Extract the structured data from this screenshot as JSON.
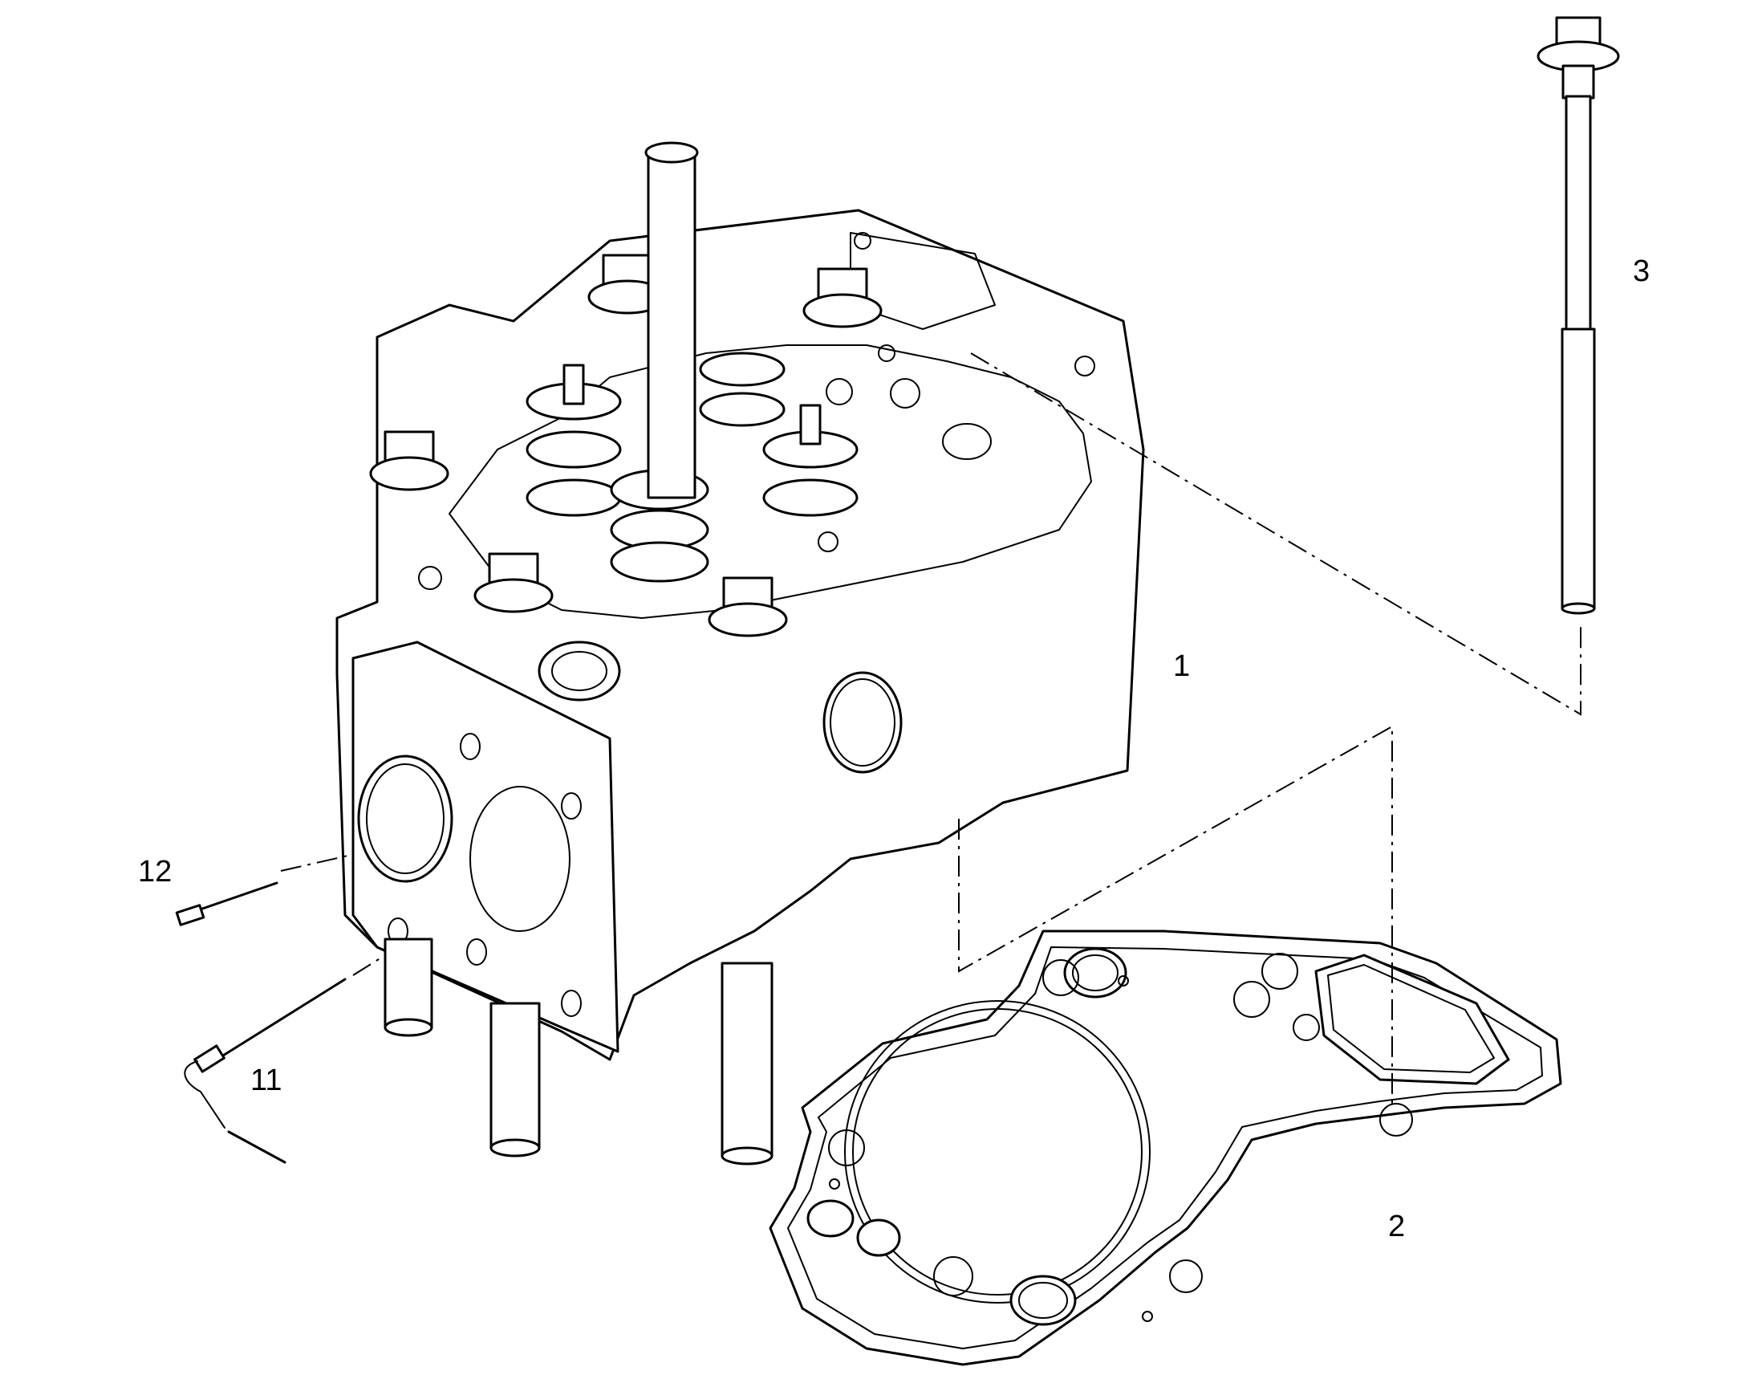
{
  "callouts": {
    "c1": "1",
    "c2": "2",
    "c3": "3",
    "c11": "11",
    "c12": "12"
  },
  "colors": {
    "line": "#000000",
    "background": "#ffffff"
  }
}
